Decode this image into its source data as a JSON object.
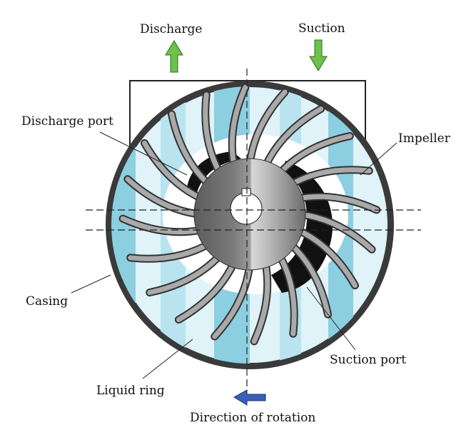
{
  "labels": {
    "discharge": "Discharge",
    "suction": "Suction",
    "discharge_port": "Discharge port",
    "impeller": "Impeller",
    "casing": "Casing",
    "liquid_ring": "Liquid ring",
    "suction_port": "Suction port",
    "direction_of_rotation": "Direction of rotation"
  },
  "colors": {
    "casing": "#3a3a3a",
    "liquid_light": "#dff3f8",
    "liquid_mid": "#b9e4ef",
    "liquid_dark": "#8ccfe0",
    "port": "#111111",
    "discharge_arrow": "#6cc24a",
    "suction_arrow": "#6cc24a",
    "rotation_arrow": "#3a5fb8"
  },
  "impeller": {
    "blade_count": 20
  }
}
